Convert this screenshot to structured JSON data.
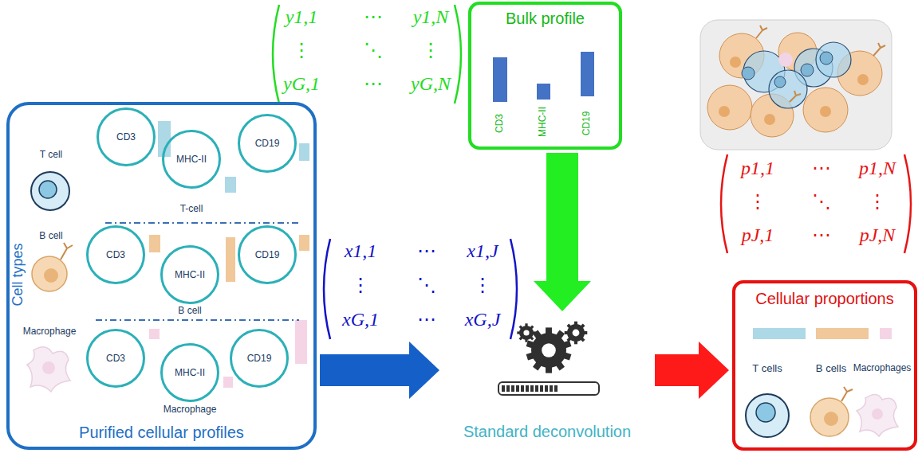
{
  "diagram": {
    "nodes": [
      {
        "text": [
          "Purified cellular profiles"
        ]
      },
      {
        "text": [
          "CD3"
        ],
        "in": 0
      },
      {
        "text": [
          "MHC-II"
        ],
        "in": 0
      },
      {
        "text": [
          "CD19"
        ],
        "in": 0
      },
      {
        "text": [
          "CD3"
        ],
        "in": 0
      },
      {
        "text": [
          "MHC-II"
        ],
        "in": 0
      },
      {
        "text": [
          "CD19"
        ],
        "in": 0
      },
      {
        "text": [
          "CD3"
        ],
        "in": 0
      },
      {
        "text": [
          "MHC-II"
        ],
        "in": 0
      },
      {
        "text": [
          "CD19"
        ],
        "in": 0
      },
      {
        "text": [
          "Bulk profile"
        ]
      },
      {
        "text": [
          "Standard deconvolution"
        ]
      },
      {
        "text": [
          "Cellular proportions"
        ]
      }
    ],
    "edges": [
      {
        "from": 0,
        "to": 11,
        "arrow": "to"
      },
      {
        "from": 10,
        "to": 11,
        "arrow": "to"
      },
      {
        "from": 11,
        "to": 12,
        "arrow": "to"
      }
    ],
    "labels": [
      "y1,1",
      "⋯",
      "y1,N",
      "⋮",
      "⋱",
      "⋮",
      "yG,1",
      "⋯",
      "yG,N",
      "p1,1",
      "⋯",
      "p1,N",
      "⋮",
      "⋱",
      "⋮",
      "pJ,1",
      "⋯",
      "pJ,N",
      "x1,1",
      "⋯",
      "x1,J",
      "⋮",
      "⋱",
      "⋮",
      "xG,1",
      "⋯",
      "xG,J",
      "Cell types",
      "T cell",
      "T-cell",
      "B cell",
      "B cell",
      "Macrophage",
      "Macrophage",
      "T cells",
      "B cells",
      "Macrophages",
      "CD3",
      "MHC-II",
      "CD19"
    ]
  }
}
